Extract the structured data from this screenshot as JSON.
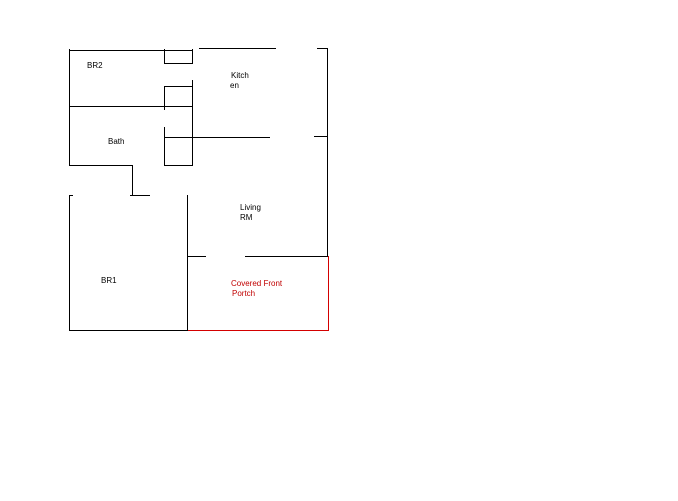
{
  "floor_plan": {
    "rooms": {
      "br2": "BR2",
      "kitchen_line1": "Kitch",
      "kitchen_line2": "en",
      "bath": "Bath",
      "living_line1": "Living",
      "living_line2": "RM",
      "br1": "BR1",
      "porch_line1": "Covered Front",
      "porch_line2": "Portch"
    },
    "colors": {
      "walls": "#000000",
      "porch": "#d40000",
      "background": "#ffffff"
    }
  }
}
